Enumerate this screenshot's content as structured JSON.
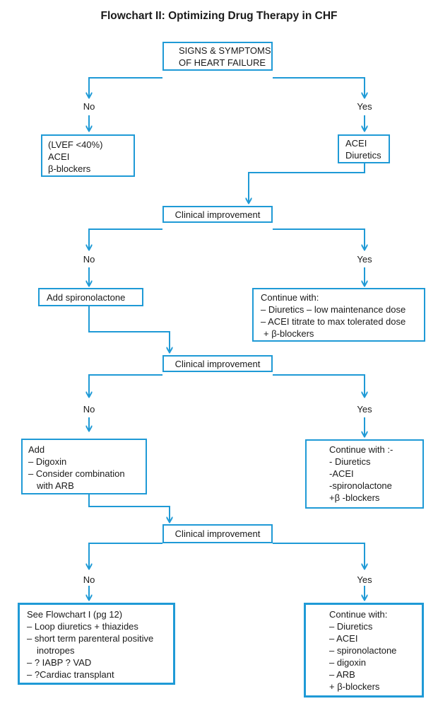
{
  "title": "Flowchart II: Optimizing Drug Therapy in CHF",
  "colors": {
    "accent": "#1f9ad6"
  },
  "start": {
    "lines": [
      "SIGNS & SYMPTOMS",
      "OF HEART FAILURE"
    ]
  },
  "no_label": "No",
  "yes_label": "Yes",
  "level1": {
    "no_box": {
      "lines": [
        "(LVEF <40%)",
        "ACEI",
        "β-blockers"
      ]
    },
    "yes_box": {
      "lines": [
        "ACEI",
        "Diuretics"
      ]
    }
  },
  "decision1": "Clinical improvement",
  "level2": {
    "no_box": {
      "lines": [
        "Add spironolactone"
      ]
    },
    "yes_box": {
      "lines": [
        "Continue with:",
        "– Diuretics – low maintenance dose",
        "– ACEI titrate to max tolerated dose",
        "+ β-blockers"
      ]
    }
  },
  "decision2": "Clinical improvement",
  "level3": {
    "no_box": {
      "lines": [
        "Add",
        "– Digoxin",
        "– Consider combination",
        "with ARB"
      ]
    },
    "yes_box": {
      "lines": [
        "Continue with :-",
        "- Diuretics",
        "-ACEI",
        "-spironolactone",
        "+β -blockers"
      ]
    }
  },
  "decision3": "Clinical improvement",
  "level4": {
    "no_box": {
      "lines": [
        "See Flowchart I (pg 12)",
        "– Loop diuretics + thiazides",
        "– short term parenteral positive",
        "inotropes",
        "– ? IABP ? VAD",
        "– ?Cardiac transplant"
      ]
    },
    "yes_box": {
      "lines": [
        "Continue with:",
        "– Diuretics",
        "– ACEI",
        "– spironolactone",
        "– digoxin",
        "– ARB",
        "+ β-blockers"
      ]
    }
  }
}
